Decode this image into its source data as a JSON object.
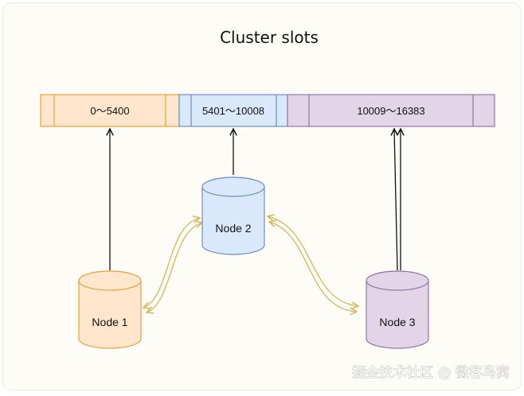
{
  "title": "Cluster slots",
  "slot_ranges": [
    {
      "label": "0～5400",
      "fill": "#ffe6cc",
      "stroke": "#e9a13b"
    },
    {
      "label": "5401～10008",
      "fill": "#dae8fc",
      "stroke": "#6c8ebf"
    },
    {
      "label": "10009～16383",
      "fill": "#e1d5e7",
      "stroke": "#9673a6"
    }
  ],
  "nodes": [
    {
      "label": "Node 1",
      "fill": "#ffe6cc",
      "stroke": "#e9a13b"
    },
    {
      "label": "Node 2",
      "fill": "#dae8fc",
      "stroke": "#6c8ebf"
    },
    {
      "label": "Node 3",
      "fill": "#e1d5e7",
      "stroke": "#9673a6"
    }
  ],
  "colors": {
    "link": "#d6b656",
    "arrow": "#111111",
    "background": "#fdfcf6"
  },
  "watermark": "掘金技术社区 @ 微客鸟窝"
}
